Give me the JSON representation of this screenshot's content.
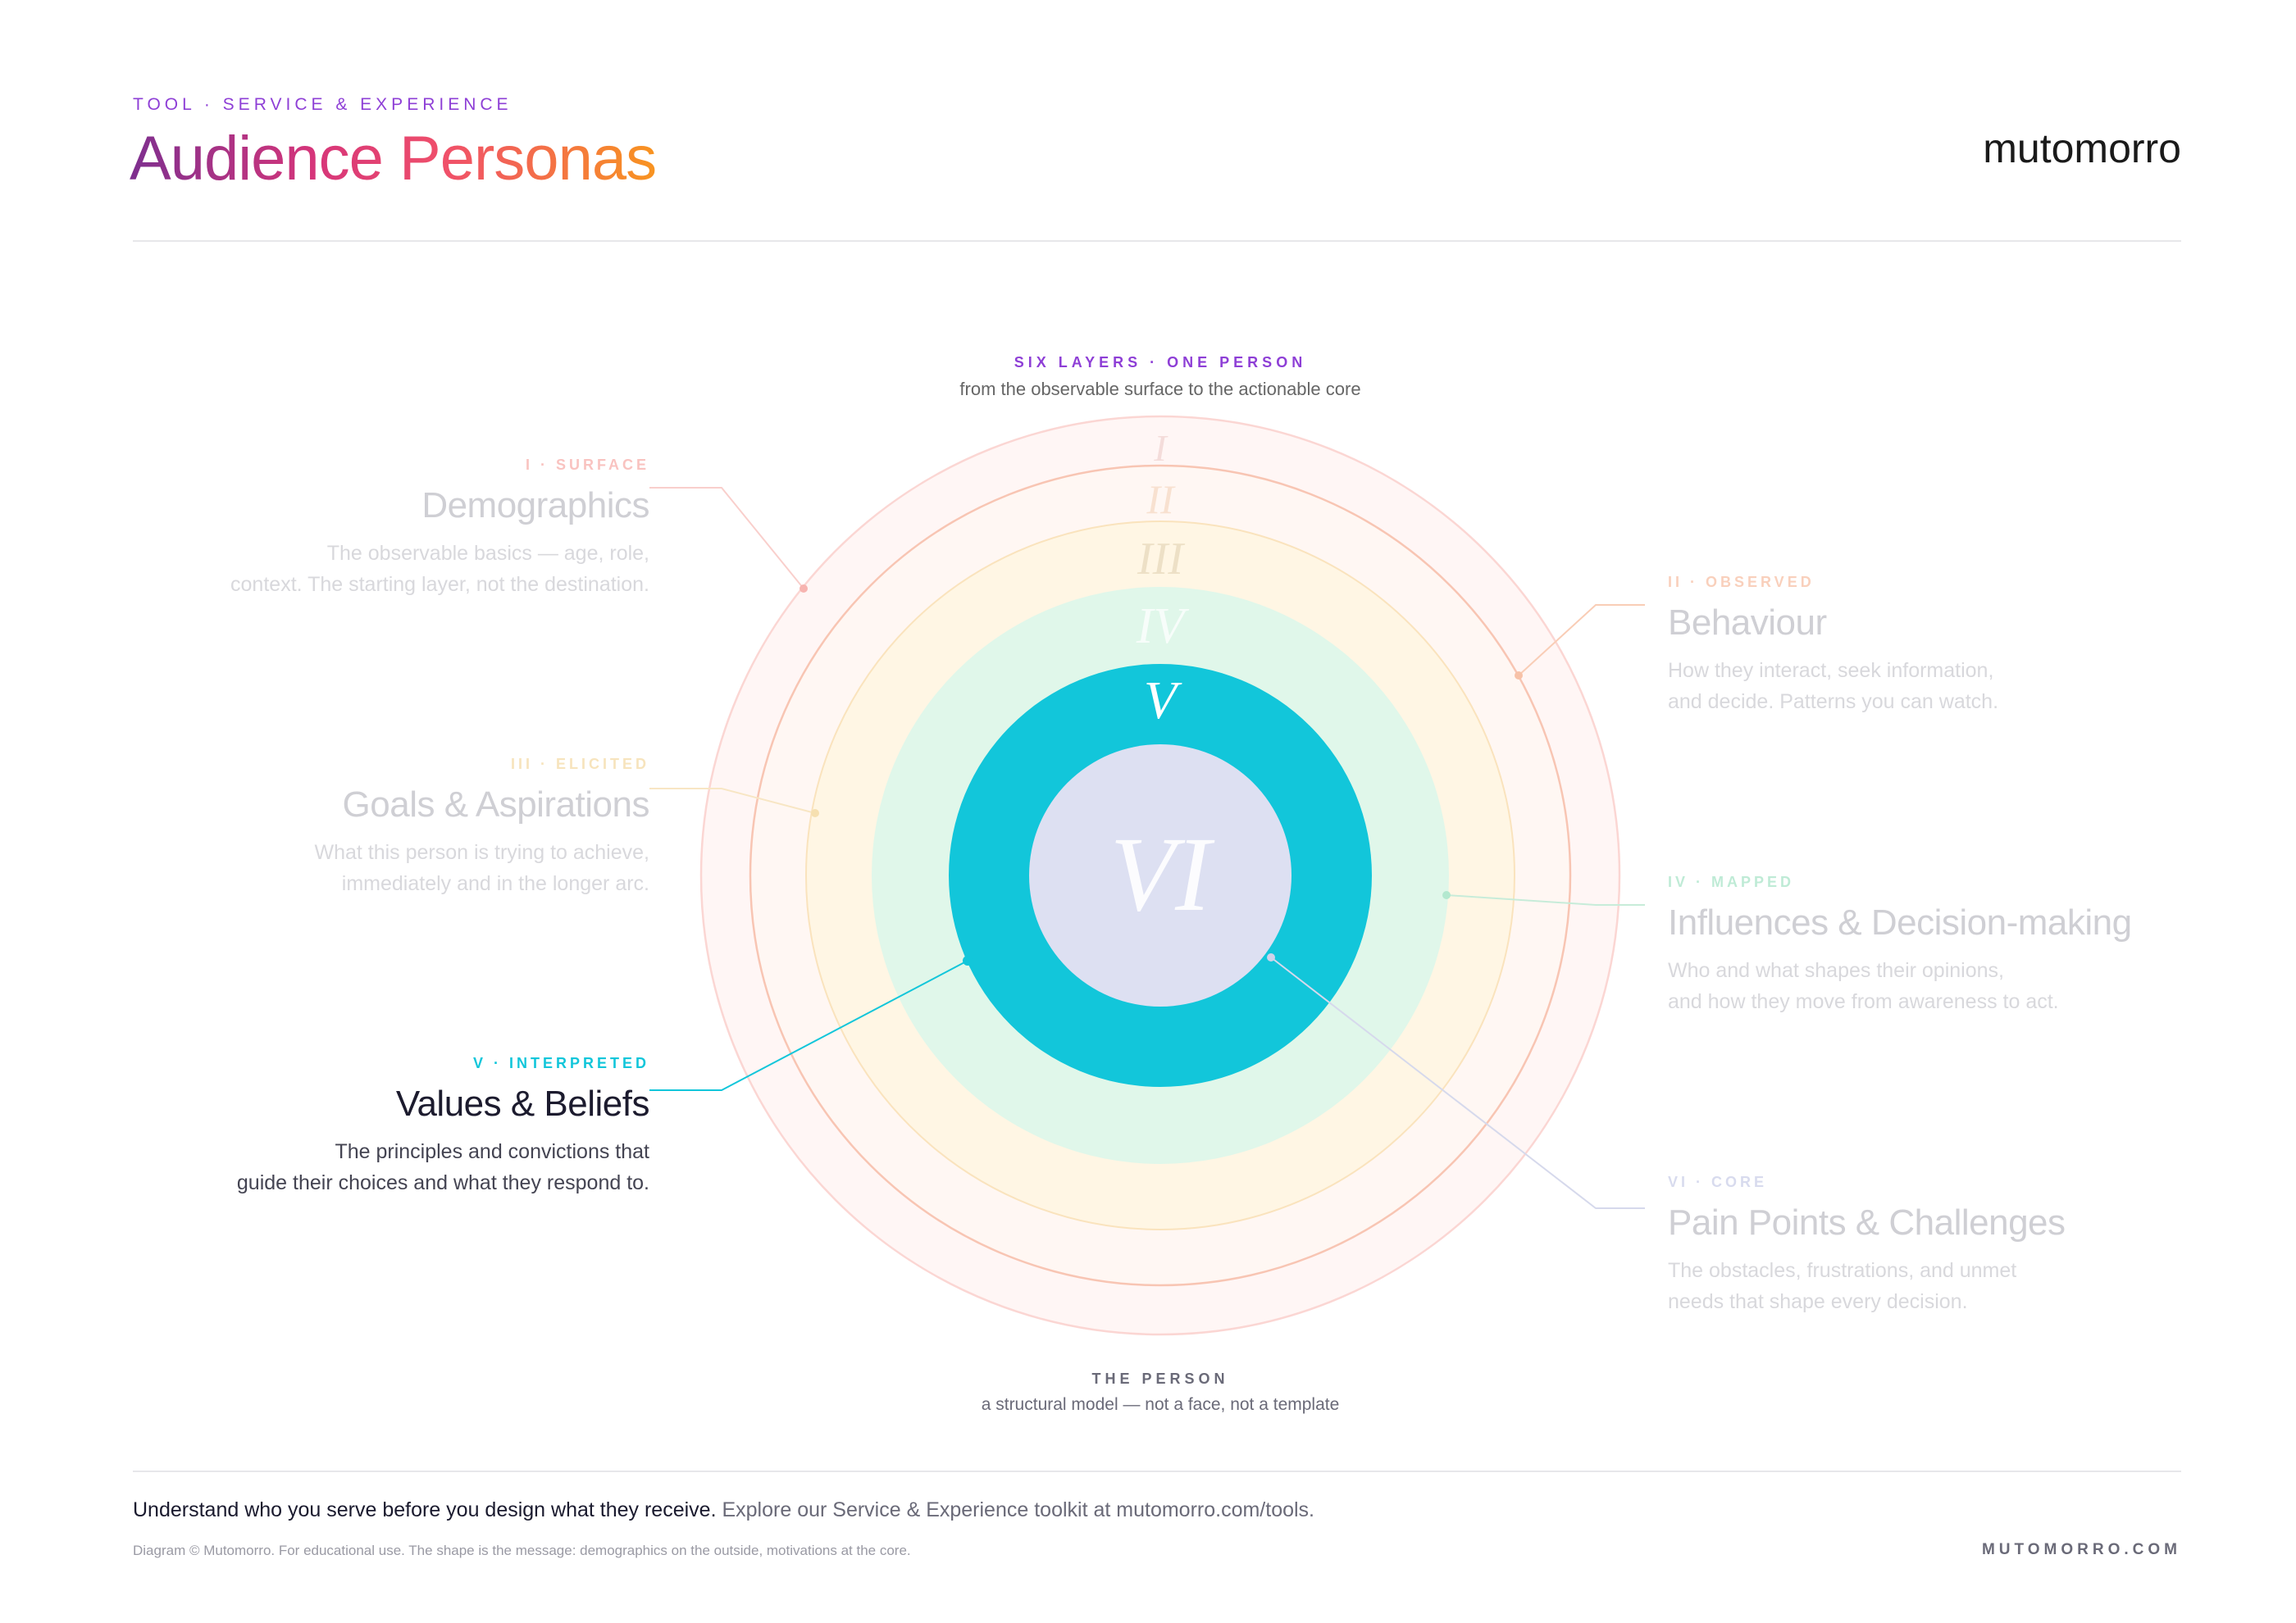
{
  "header": {
    "eyebrow": "TOOL · SERVICE & EXPERIENCE",
    "title": "Audience Personas",
    "brand": "mutomorro"
  },
  "diagram": {
    "top_kicker": "SIX LAYERS · ONE PERSON",
    "top_sub": "from the observable surface to the actionable core",
    "bottom_kicker": "THE PERSON",
    "bottom_sub": "a structural model — not a face, not a template",
    "rings": [
      {
        "numeral": "I",
        "color": "#f7a8a4"
      },
      {
        "numeral": "II",
        "color": "#f5a98b"
      },
      {
        "numeral": "III",
        "color": "#f6d59a"
      },
      {
        "numeral": "IV",
        "color": "#9fe6c1"
      },
      {
        "numeral": "V",
        "color": "#12c6da"
      },
      {
        "numeral": "VI",
        "color": "#dde0f2"
      }
    ],
    "active_layer": "V"
  },
  "layers": [
    {
      "tag": "I · SURFACE",
      "name": "Demographics",
      "desc_1": "The observable basics — age, role,",
      "desc_2": "context. The starting layer, not the destination.",
      "color": "#f7b4b0"
    },
    {
      "tag": "II · OBSERVED",
      "name": "Behaviour",
      "desc_1": "How they interact, seek information,",
      "desc_2": "and decide. Patterns you can watch.",
      "color": "#f7c2a8"
    },
    {
      "tag": "III · ELICITED",
      "name": "Goals & Aspirations",
      "desc_1": "What this person is trying to achieve,",
      "desc_2": "immediately and in the longer arc.",
      "color": "#f6e0b0"
    },
    {
      "tag": "IV · MAPPED",
      "name": "Influences & Decision-making",
      "desc_1": "Who and what shapes their opinions,",
      "desc_2": "and how they move from awareness to act.",
      "color": "#b3e8cf"
    },
    {
      "tag": "V · INTERPRETED",
      "name": "Values & Beliefs",
      "desc_1": "The principles and convictions that",
      "desc_2": "guide their choices and what they respond to.",
      "color": "#12c6da"
    },
    {
      "tag": "VI · CORE",
      "name": "Pain Points & Challenges",
      "desc_1": "The obstacles, frustrations, and unmet",
      "desc_2": "needs that shape every decision.",
      "color": "#cfd3ea"
    }
  ],
  "footer": {
    "lead": "Understand who you serve before you design what they receive.",
    "rest": " Explore our Service & Experience toolkit at mutomorro.com/tools.",
    "small": "Diagram © Mutomorro. For educational use. The shape is the message: demographics on the outside, motivations at the core.",
    "url": "MUTOMORRO.COM"
  }
}
